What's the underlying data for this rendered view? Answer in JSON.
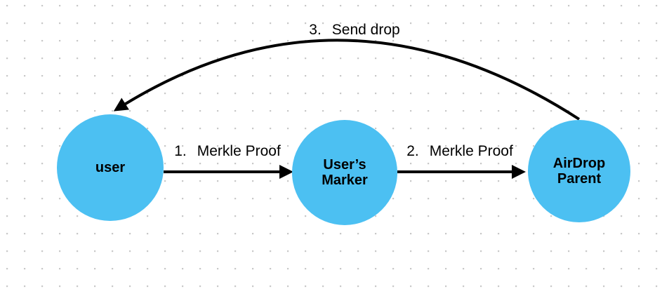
{
  "canvas": {
    "background_color": "#ffffff",
    "dot_color": "#c8c8c8",
    "node_fill": "#4cc0f2",
    "stroke_color": "#000000",
    "text_color": "#000000"
  },
  "nodes": [
    {
      "id": "user",
      "lines": [
        "user"
      ]
    },
    {
      "id": "users-marker",
      "lines": [
        "User’s",
        "Marker"
      ]
    },
    {
      "id": "airdrop-parent",
      "lines": [
        "AirDrop",
        "Parent"
      ]
    }
  ],
  "edges": [
    {
      "num": "1.",
      "label": "Merkle Proof",
      "from": "user",
      "to": "users-marker"
    },
    {
      "num": "2.",
      "label": "Merkle Proof",
      "from": "users-marker",
      "to": "airdrop-parent"
    },
    {
      "num": "3.",
      "label": "Send drop",
      "from": "airdrop-parent",
      "to": "user"
    }
  ]
}
